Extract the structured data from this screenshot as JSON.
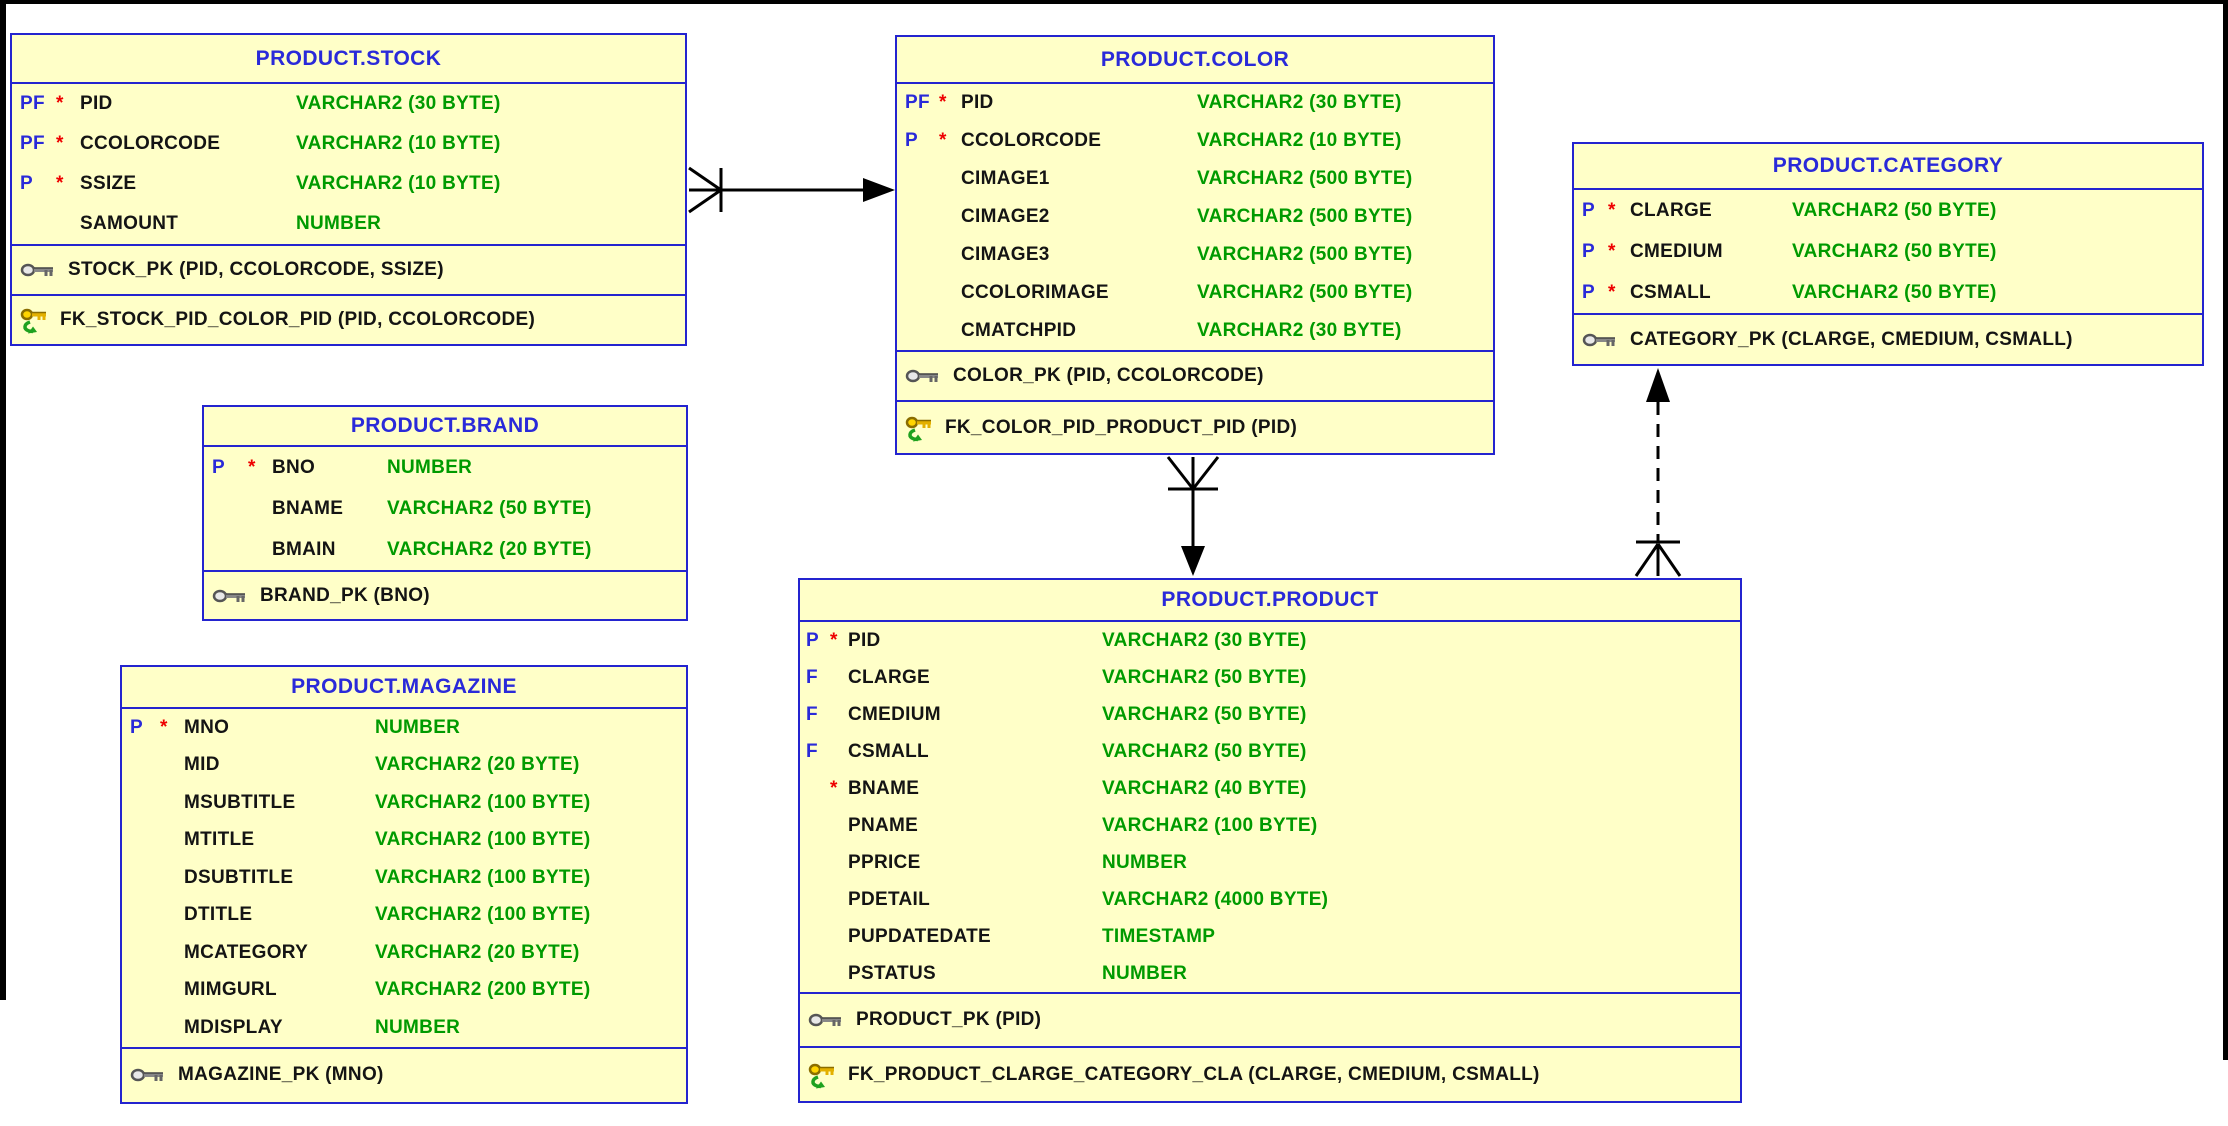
{
  "diagram": {
    "colors": {
      "entity_fill": "#ffffc8",
      "entity_border": "#2424cf",
      "title_text": "#2a2ad9",
      "type_text": "#009a00",
      "marker_letters": "#2a2ad9",
      "required_star": "#ee0000",
      "attribute_text": "#141414",
      "relationship_line": "#000000"
    },
    "tables": [
      {
        "title": "PRODUCT.STOCK",
        "columns": [
          {
            "key_letters": "PF",
            "required": "*",
            "name": "PID",
            "type": "VARCHAR2 (30 BYTE)"
          },
          {
            "key_letters": "PF",
            "required": "*",
            "name": "CCOLORCODE",
            "type": "VARCHAR2 (10 BYTE)"
          },
          {
            "key_letters": "P",
            "required": "*",
            "name": "SSIZE",
            "type": "VARCHAR2 (10 BYTE)"
          },
          {
            "key_letters": "",
            "required": "",
            "name": "SAMOUNT",
            "type": "NUMBER"
          }
        ],
        "pk_label": "STOCK_PK (PID, CCOLORCODE, SSIZE)",
        "fk_label": "FK_STOCK_PID_COLOR_PID (PID, CCOLORCODE)"
      },
      {
        "title": "PRODUCT.COLOR",
        "columns": [
          {
            "key_letters": "PF",
            "required": "*",
            "name": "PID",
            "type": "VARCHAR2 (30 BYTE)"
          },
          {
            "key_letters": "P",
            "required": "*",
            "name": "CCOLORCODE",
            "type": "VARCHAR2 (10 BYTE)"
          },
          {
            "key_letters": "",
            "required": "",
            "name": "CIMAGE1",
            "type": "VARCHAR2 (500 BYTE)"
          },
          {
            "key_letters": "",
            "required": "",
            "name": "CIMAGE2",
            "type": "VARCHAR2 (500 BYTE)"
          },
          {
            "key_letters": "",
            "required": "",
            "name": "CIMAGE3",
            "type": "VARCHAR2 (500 BYTE)"
          },
          {
            "key_letters": "",
            "required": "",
            "name": "CCOLORIMAGE",
            "type": "VARCHAR2 (500 BYTE)"
          },
          {
            "key_letters": "",
            "required": "",
            "name": "CMATCHPID",
            "type": "VARCHAR2 (30 BYTE)"
          }
        ],
        "pk_label": "COLOR_PK (PID, CCOLORCODE)",
        "fk_label": "FK_COLOR_PID_PRODUCT_PID (PID)"
      },
      {
        "title": "PRODUCT.CATEGORY",
        "columns": [
          {
            "key_letters": "P",
            "required": "*",
            "name": "CLARGE",
            "type": "VARCHAR2 (50 BYTE)"
          },
          {
            "key_letters": "P",
            "required": "*",
            "name": "CMEDIUM",
            "type": "VARCHAR2 (50 BYTE)"
          },
          {
            "key_letters": "P",
            "required": "*",
            "name": "CSMALL",
            "type": "VARCHAR2 (50 BYTE)"
          }
        ],
        "pk_label": "CATEGORY_PK (CLARGE, CMEDIUM, CSMALL)",
        "fk_label": ""
      },
      {
        "title": "PRODUCT.BRAND",
        "columns": [
          {
            "key_letters": "P",
            "required": "*",
            "name": "BNO",
            "type": "NUMBER"
          },
          {
            "key_letters": "",
            "required": "",
            "name": "BNAME",
            "type": "VARCHAR2 (50 BYTE)"
          },
          {
            "key_letters": "",
            "required": "",
            "name": "BMAIN",
            "type": "VARCHAR2 (20 BYTE)"
          }
        ],
        "pk_label": "BRAND_PK (BNO)",
        "fk_label": ""
      },
      {
        "title": "PRODUCT.MAGAZINE",
        "columns": [
          {
            "key_letters": "P",
            "required": "*",
            "name": "MNO",
            "type": "NUMBER"
          },
          {
            "key_letters": "",
            "required": "",
            "name": "MID",
            "type": "VARCHAR2 (20 BYTE)"
          },
          {
            "key_letters": "",
            "required": "",
            "name": "MSUBTITLE",
            "type": "VARCHAR2 (100 BYTE)"
          },
          {
            "key_letters": "",
            "required": "",
            "name": "MTITLE",
            "type": "VARCHAR2 (100 BYTE)"
          },
          {
            "key_letters": "",
            "required": "",
            "name": "DSUBTITLE",
            "type": "VARCHAR2 (100 BYTE)"
          },
          {
            "key_letters": "",
            "required": "",
            "name": "DTITLE",
            "type": "VARCHAR2 (100 BYTE)"
          },
          {
            "key_letters": "",
            "required": "",
            "name": "MCATEGORY",
            "type": "VARCHAR2 (20 BYTE)"
          },
          {
            "key_letters": "",
            "required": "",
            "name": "MIMGURL",
            "type": "VARCHAR2 (200 BYTE)"
          },
          {
            "key_letters": "",
            "required": "",
            "name": "MDISPLAY",
            "type": "NUMBER"
          }
        ],
        "pk_label": "MAGAZINE_PK (MNO)",
        "fk_label": ""
      },
      {
        "title": "PRODUCT.PRODUCT",
        "columns": [
          {
            "key_letters": "P",
            "required": "*",
            "name": "PID",
            "type": "VARCHAR2 (30 BYTE)"
          },
          {
            "key_letters": "F",
            "required": "",
            "name": "CLARGE",
            "type": "VARCHAR2 (50 BYTE)"
          },
          {
            "key_letters": "F",
            "required": "",
            "name": "CMEDIUM",
            "type": "VARCHAR2 (50 BYTE)"
          },
          {
            "key_letters": "F",
            "required": "",
            "name": "CSMALL",
            "type": "VARCHAR2 (50 BYTE)"
          },
          {
            "key_letters": "",
            "required": "*",
            "name": "BNAME",
            "type": "VARCHAR2 (40 BYTE)"
          },
          {
            "key_letters": "",
            "required": "",
            "name": "PNAME",
            "type": "VARCHAR2 (100 BYTE)"
          },
          {
            "key_letters": "",
            "required": "",
            "name": "PPRICE",
            "type": "NUMBER"
          },
          {
            "key_letters": "",
            "required": "",
            "name": "PDETAIL",
            "type": "VARCHAR2 (4000 BYTE)"
          },
          {
            "key_letters": "",
            "required": "",
            "name": "PUPDATEDATE",
            "type": "TIMESTAMP"
          },
          {
            "key_letters": "",
            "required": "",
            "name": "PSTATUS",
            "type": "NUMBER"
          }
        ],
        "pk_label": "PRODUCT_PK (PID)",
        "fk_label": "FK_PRODUCT_CLARGE_CATEGORY_CLA (CLARGE, CMEDIUM, CSMALL)"
      }
    ],
    "relationships": [
      {
        "name": "stock-color",
        "from": "PRODUCT.STOCK",
        "to": "PRODUCT.COLOR",
        "line_style": "solid",
        "many_end": "PRODUCT.STOCK",
        "arrow_end": "PRODUCT.COLOR"
      },
      {
        "name": "color-product",
        "from": "PRODUCT.COLOR",
        "to": "PRODUCT.PRODUCT",
        "line_style": "solid",
        "many_end": "PRODUCT.COLOR",
        "arrow_end": "PRODUCT.PRODUCT"
      },
      {
        "name": "product-category",
        "from": "PRODUCT.PRODUCT",
        "to": "PRODUCT.CATEGORY",
        "line_style": "dashed",
        "many_end": "PRODUCT.PRODUCT",
        "arrow_end": "PRODUCT.CATEGORY"
      }
    ]
  }
}
